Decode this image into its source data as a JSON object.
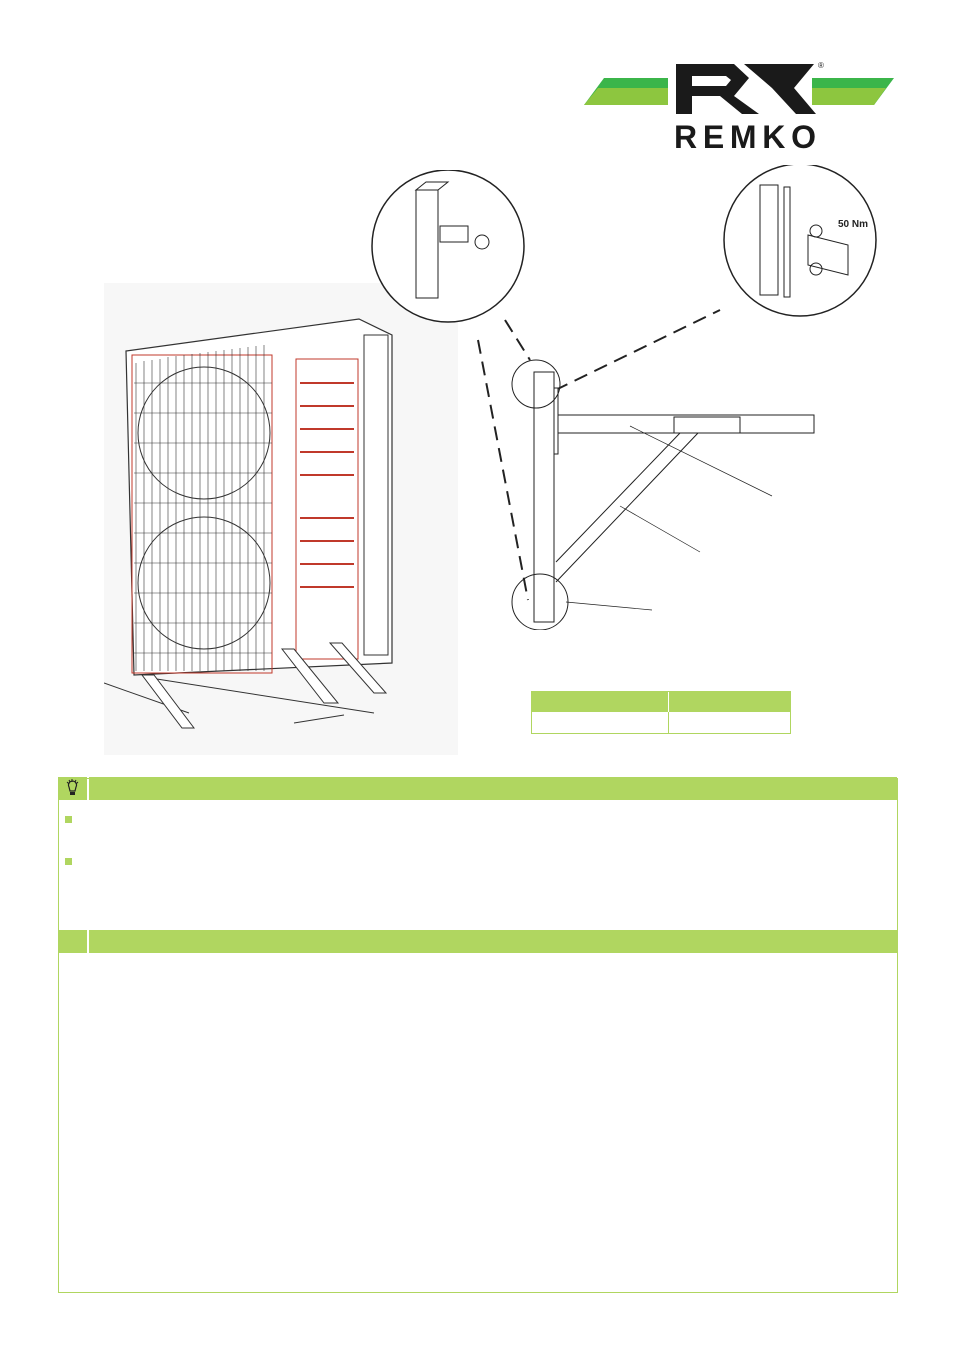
{
  "logo": {
    "brand": "REMKO",
    "registered": "®",
    "colors": {
      "green": "#3bb54a",
      "light_green": "#8dc63f",
      "black": "#1a1a1a"
    }
  },
  "figures": {
    "torque_label": "50 Nm"
  },
  "accent_color": "#b0d660",
  "notes": {
    "tip_icon": "lightbulb-icon",
    "bullets": 2
  }
}
